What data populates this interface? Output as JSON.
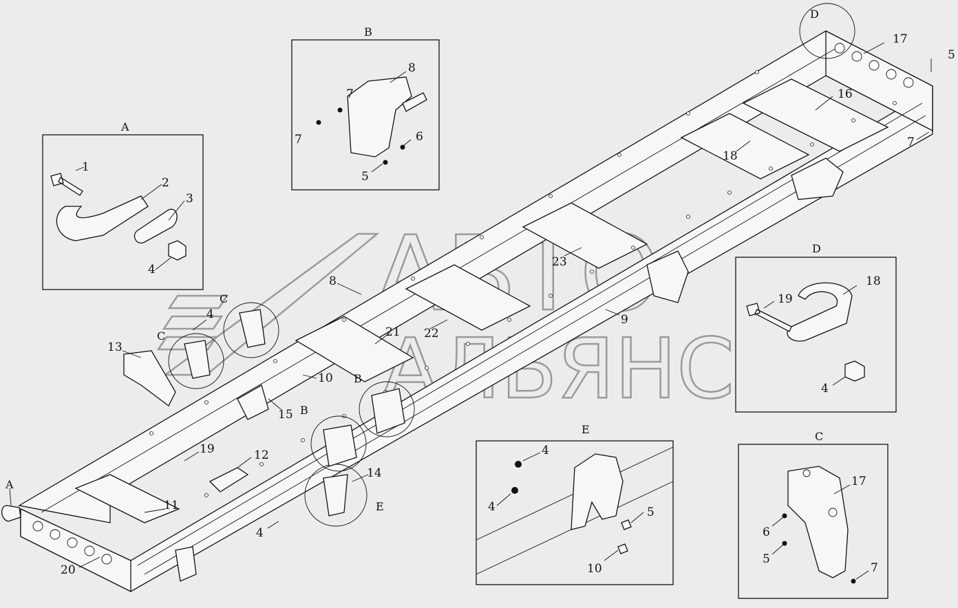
{
  "watermark": {
    "line1": "АВТО",
    "line2": "АЛЬЯНС"
  },
  "views": {
    "A": {
      "title": "A",
      "labels": [
        "1",
        "2",
        "3",
        "4"
      ]
    },
    "B": {
      "title": "B",
      "labels": [
        "8",
        "7",
        "7",
        "6",
        "5"
      ]
    },
    "C": {
      "title": "C",
      "labels": [
        "17",
        "6",
        "5",
        "7"
      ]
    },
    "D": {
      "title": "D",
      "labels": [
        "18",
        "19",
        "4"
      ]
    },
    "E": {
      "title": "E",
      "labels": [
        "4",
        "4",
        "5",
        "10"
      ]
    }
  },
  "main_labels": {
    "l17": "17",
    "l5": "5",
    "l7": "7",
    "l16": "16",
    "l18": "18",
    "l23": "23",
    "l8": "8",
    "l9": "9",
    "l21": "21",
    "l22": "22",
    "l4a": "4",
    "l13": "13",
    "l10": "10",
    "l15": "15",
    "l19": "19",
    "l12": "12",
    "l14": "14",
    "l11": "11",
    "l4b": "4",
    "l20": "20",
    "cD": "D",
    "cC1": "C",
    "cC2": "C",
    "cB1": "B",
    "cB2": "B",
    "cE": "E",
    "cA": "A"
  }
}
